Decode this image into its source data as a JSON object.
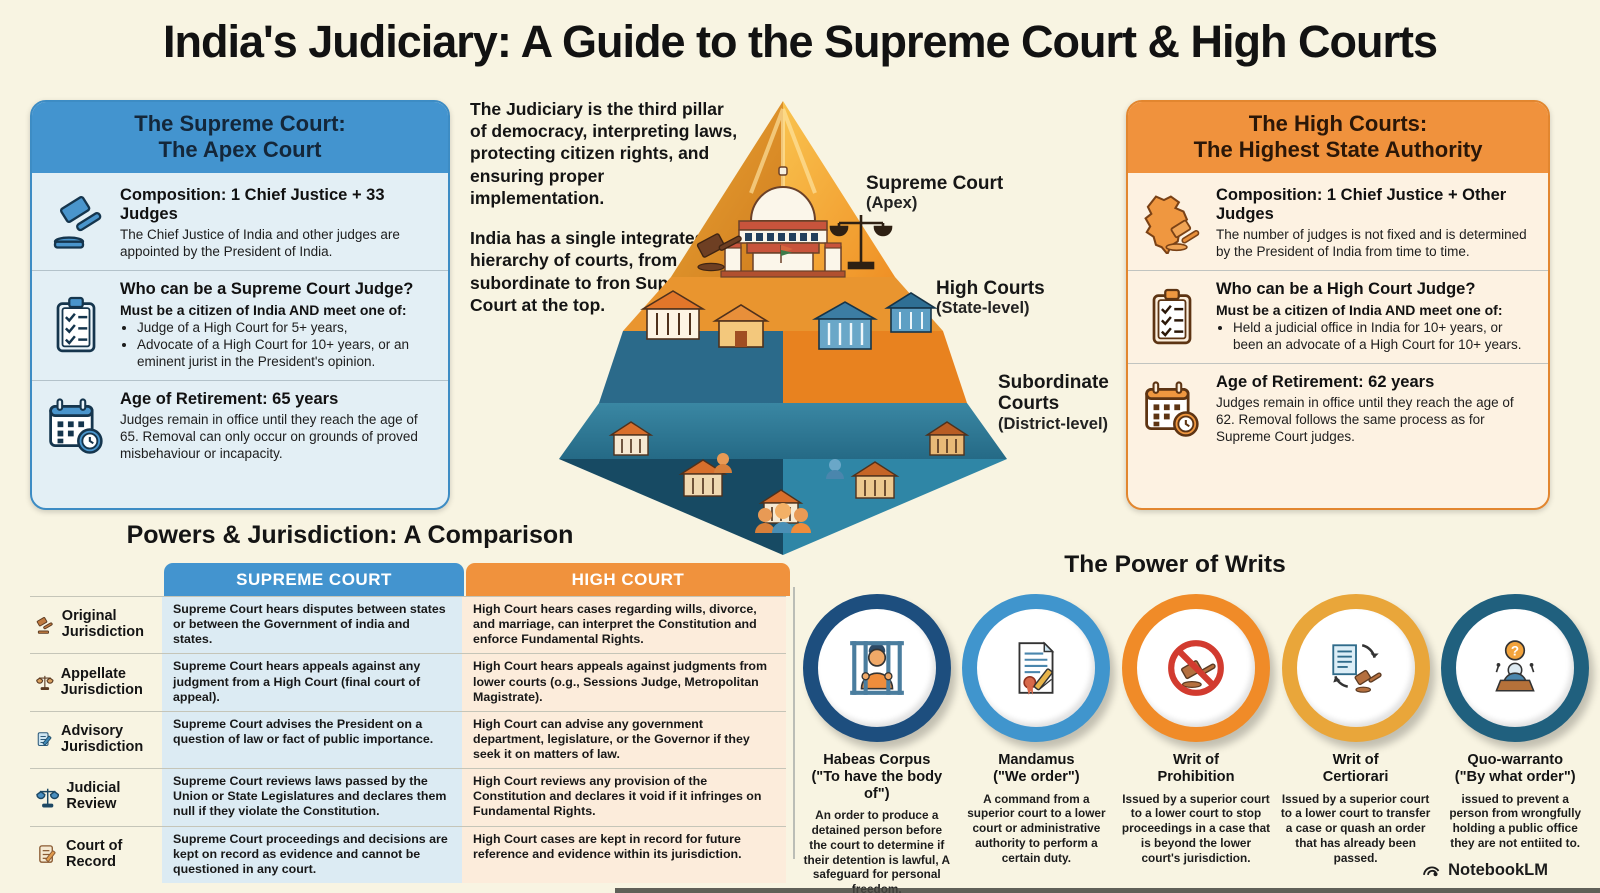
{
  "title": "India's Judiciary: A Guide to the Supreme Court & High Courts",
  "colors": {
    "background": "#f8f4e2",
    "supreme_accent": "#4394cf",
    "high_accent": "#f0923d",
    "supreme_column_bg": "#dcebf3",
    "high_column_bg": "#fcecdb",
    "writ_rings": [
      "#1d4e7e",
      "#4095cd",
      "#f08b28",
      "#e9a63a",
      "#20607e"
    ]
  },
  "supreme_panel": {
    "header": "The Supreme Court:\nThe Apex Court",
    "sections": [
      {
        "icon": "gavel-icon",
        "heading": "Composition: 1 Chief Justice + 33 Judges",
        "body": "The Chief Justice of India and other judges are appointed by the President of India."
      },
      {
        "icon": "checklist-icon",
        "heading": "Who can be a Supreme Court Judge?",
        "subheading": "Must be a citizen of India AND meet one of:",
        "bullets": [
          "Judge of a High Court for 5+ years,",
          "Advocate of a High Court for 10+ years, or an eminent jurist in the President's opinion."
        ]
      },
      {
        "icon": "calendar-clock-icon",
        "heading": "Age of Retirement: 65 years",
        "body": "Judges remain in office until they reach the age of 65. Removal can only occur on grounds of proved misbehaviour or incapacity."
      }
    ]
  },
  "high_panel": {
    "header": "The High Courts:\nThe Highest State Authority",
    "sections": [
      {
        "icon": "india-map-gavel-icon",
        "heading": "Composition: 1 Chief Justice + Other Judges",
        "body": "The number of judges is not fixed and is determined by the President of India from time to time."
      },
      {
        "icon": "checklist-icon",
        "heading": "Who can be a High Court Judge?",
        "subheading": "Must be a citizen of India AND meet one of:",
        "bullets": [
          "Held a judicial office in India for 10+ years, or been an advocate of a High Court for 10+ years."
        ]
      },
      {
        "icon": "calendar-clock-icon",
        "heading": "Age of Retirement: 62 years",
        "body": "Judges remain in office until they reach the age of 62. Removal follows the same process as for Supreme Court judges."
      }
    ]
  },
  "intro": {
    "para1": "The Judiciary is the third pillar of democracy, interpreting laws, protecting citizen rights, and ensuring proper implementation.",
    "para2": "India has a single integrated hierarchy of courts, from subordinate to fron Supremo Court at the top."
  },
  "pyramid": {
    "levels": [
      {
        "label": "Supreme Court",
        "sublabel": "(Apex)"
      },
      {
        "label": "High Courts",
        "sublabel": "(State-level)"
      },
      {
        "label": "Subordinate Courts",
        "sublabel": "(District-level)"
      }
    ]
  },
  "comparison": {
    "heading": "Powers & Jurisdiction: A Comparison",
    "col_headers": [
      "SUPREME COURT",
      "HIGH COURT"
    ],
    "rows": [
      {
        "label": "Original Jurisdiction",
        "icon": "gavel-icon",
        "supreme": "Supreme Court hears disputes between states or between the Government of india and states.",
        "high": "High Court hears cases regarding wills, divorce, and marriage, can interpret the Constitution and enforce Fundamental Rights."
      },
      {
        "label": "Appellate Jurisdiction",
        "icon": "scales-icon",
        "supreme": "Supreme Court hears appeals against any judgment from a High Court (final court of appeal).",
        "high": "High Court hears appeals against judgments from lower courts (o.g., Sessions Judge, Metropolitan Magistrate)."
      },
      {
        "label": "Advisory Jurisdiction",
        "icon": "document-pen-icon",
        "supreme": "Supreme Court advises the President on a question of law or fact of public importance.",
        "high": "High Court can advise any government department, legislature, or the Governor if they seek it on matters of law."
      },
      {
        "label": "Judicial Review",
        "icon": "scales-icon",
        "supreme": "Supreme Court reviews laws passed by the Union or State Legislatures and declares them null if they violate the Constitution.",
        "high": "High Court reviews any provision of the Constitution and declares it void if it infringes on Fundamental Rights."
      },
      {
        "label": "Court of Record",
        "icon": "document-icon",
        "supreme": "Supreme Court proceedings and decisions are kept on record as evidence and cannot be questioned in any court.",
        "high": "High Court cases are kept in record for future reference and evidence within its jurisdiction."
      }
    ]
  },
  "writs": {
    "heading": "The Power of Writs",
    "items": [
      {
        "title": "Habeas Corpus\n(\"To have the body of\")",
        "icon": "prisoner-icon",
        "ring_color": "#1d4e7e",
        "description": "An order to produce a detained person before the court to determine if their detention is lawful, A safeguard for personal freedom."
      },
      {
        "title": "Mandamus\n(\"We order\")",
        "icon": "sealed-document-icon",
        "ring_color": "#4095cd",
        "description": "A command from a superior court to a lower court or administrative authority to perform a certain duty."
      },
      {
        "title": "Writ of\nProhibition",
        "icon": "no-gavel-icon",
        "ring_color": "#f08b28",
        "description": "Issued by a superior court to a lower court to stop proceedings in a case that is beyond the lower court's jurisdiction."
      },
      {
        "title": "Writ of\nCertiorari",
        "icon": "transfer-document-icon",
        "ring_color": "#e9a63a",
        "description": "Issued by a superior court to a lower court to transfer a case or quash an order that has already been passed.",
        "icon_glyph": ""
      },
      {
        "title": "Quo-warranto\n(\"By what order\")",
        "icon": "podium-question-icon",
        "ring_color": "#20607e",
        "description": "issued to prevent a person from wrongfully holding a public office they are not entiited to.",
        "icon_glyph": "?"
      }
    ]
  },
  "footer": {
    "brand": "NotebookLM"
  }
}
